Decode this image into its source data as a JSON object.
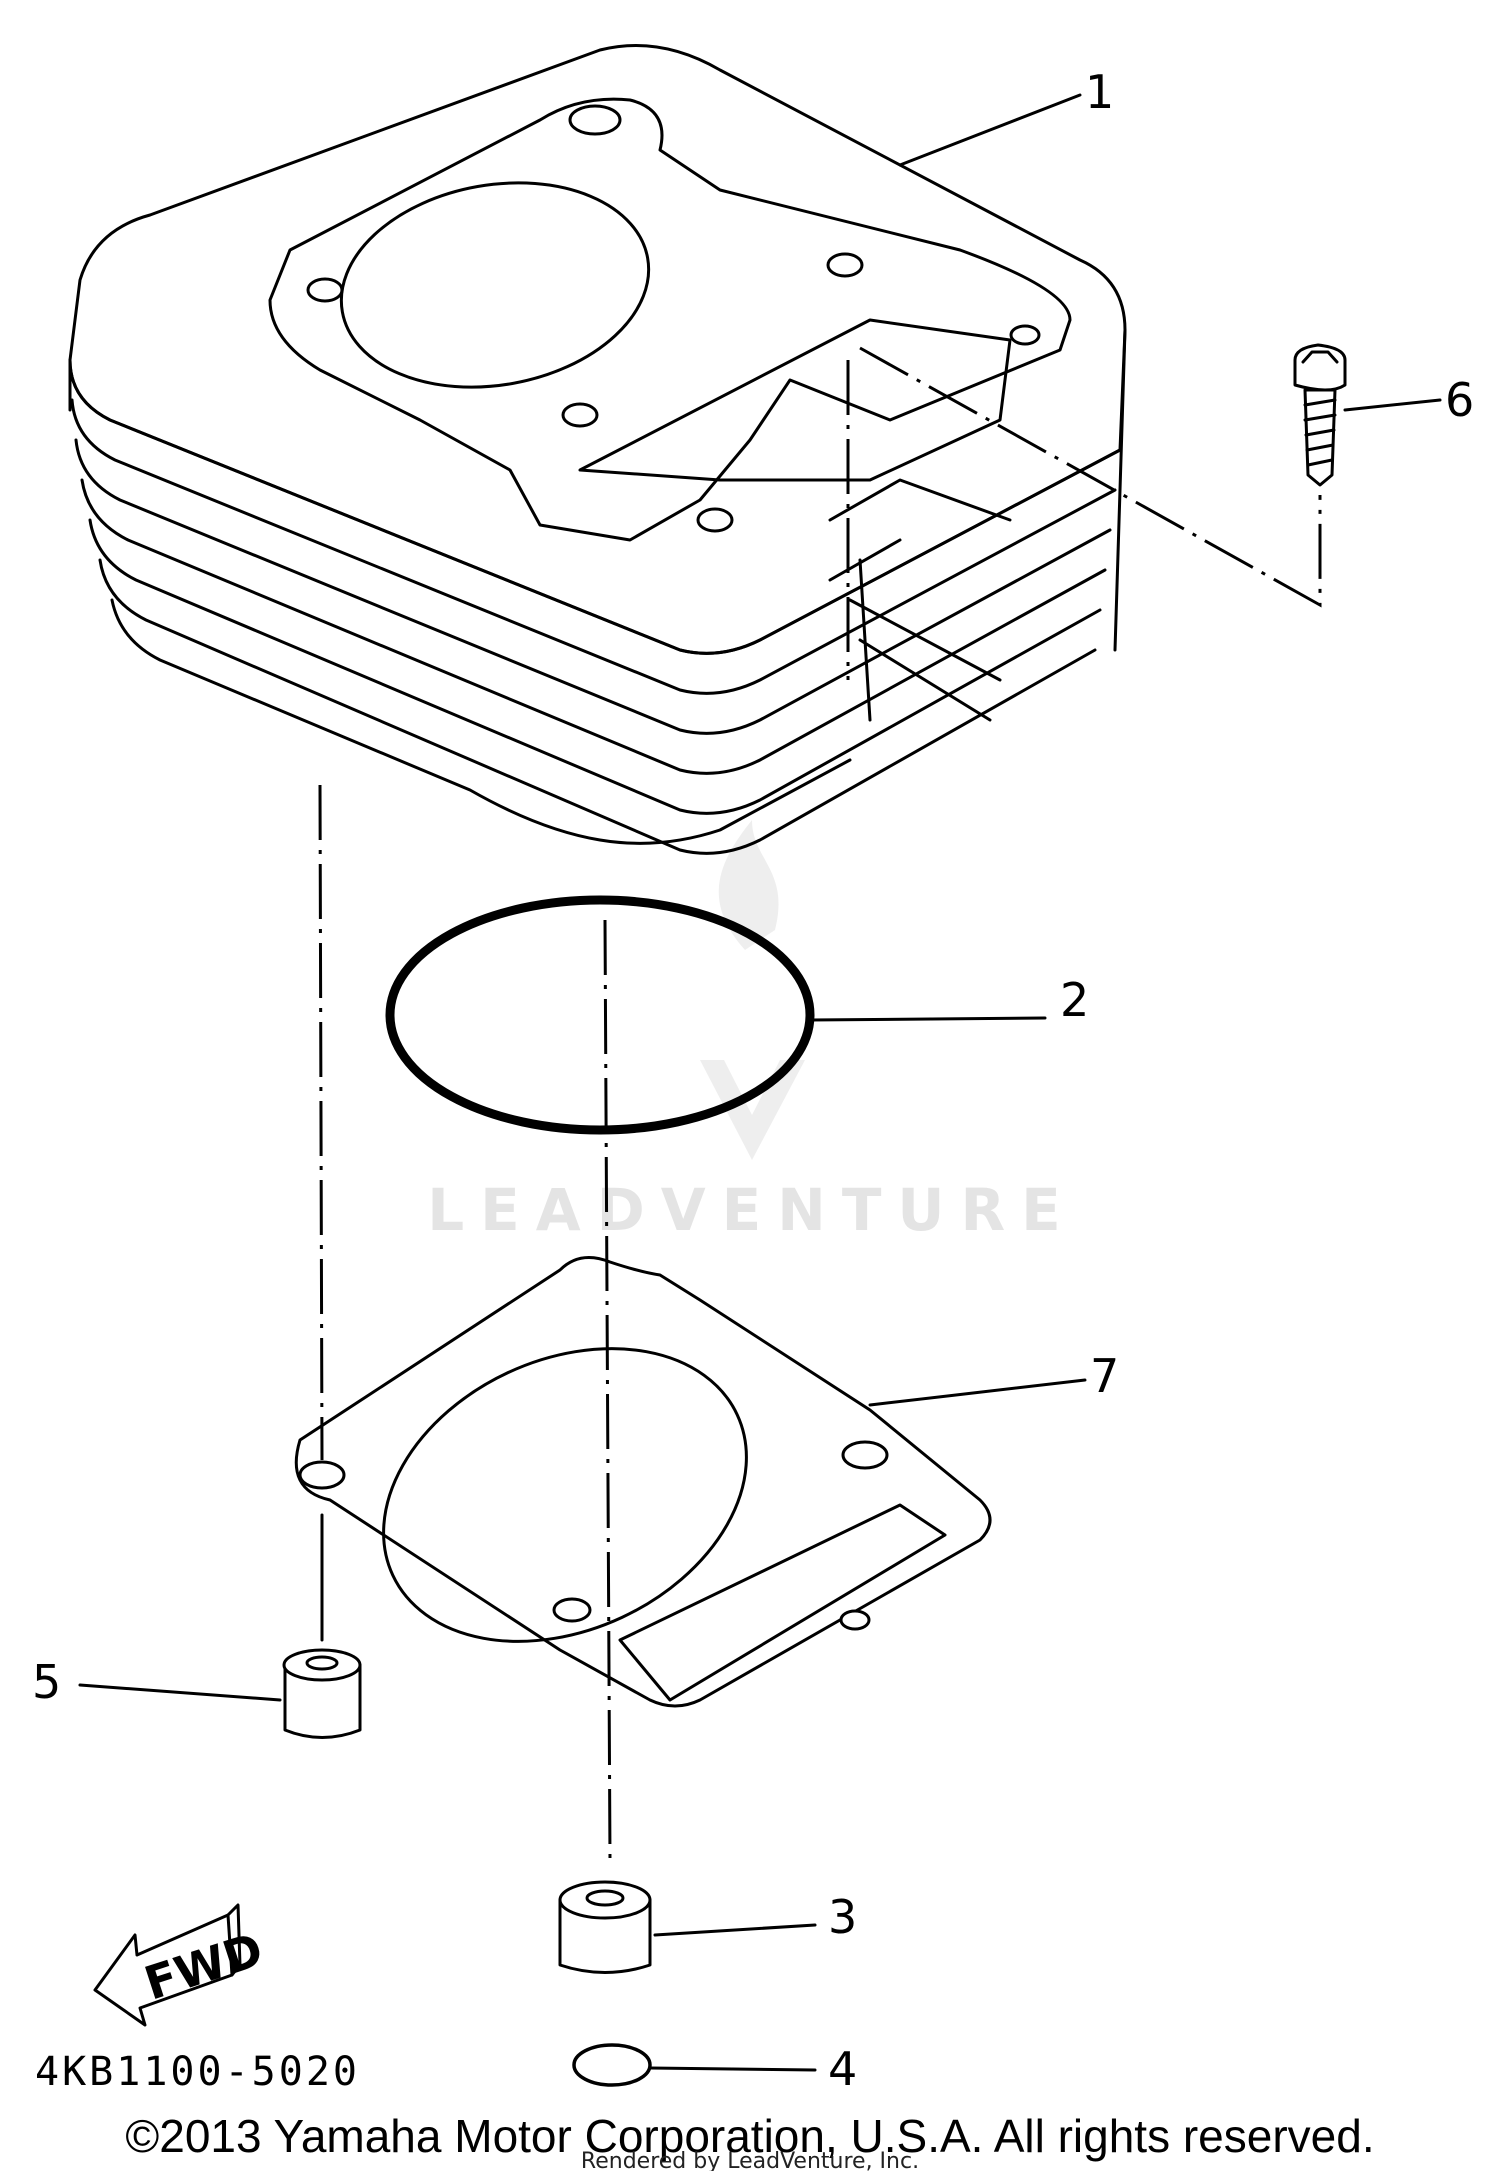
{
  "diagram": {
    "part_code": "4KB1100-5020",
    "fwd_label": "FWD",
    "callouts": [
      "1",
      "2",
      "3",
      "4",
      "5",
      "6",
      "7"
    ],
    "watermark": "LEADVENTURE",
    "copyright": "©2013 Yamaha Motor Corporation, U.S.A. All rights reserved.",
    "rendered_by": "Rendered by LeadVenture, Inc."
  }
}
